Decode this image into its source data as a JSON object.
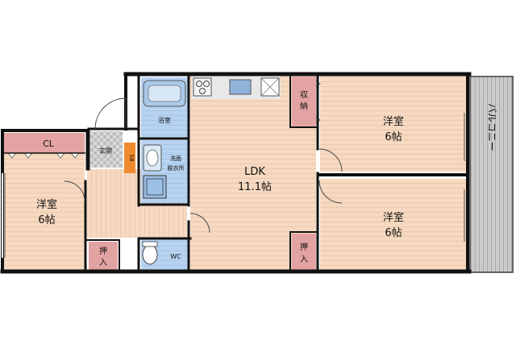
{
  "rooms": {
    "ldk": {
      "name": "LDK",
      "size": "11.1帖"
    },
    "west": {
      "name": "洋室",
      "size": "6帖"
    },
    "ne": {
      "name": "洋室",
      "size": "6帖"
    },
    "se": {
      "name": "洋室",
      "size": "6帖"
    }
  },
  "labels": {
    "closet": "CL",
    "entrance": "玄関",
    "shoebox": "SB",
    "bath": "浴室",
    "washroom_l1": "洗面",
    "washroom_l2": "脱衣所",
    "toilet": "WC",
    "storage_l1": "収",
    "storage_l2": "納",
    "oshiire_l1": "押",
    "oshiire_l2": "入",
    "balcony": "バルコニー"
  },
  "colors": {
    "wood": "#f6d9c0",
    "wood_line": "#eac9ae",
    "blue": "#b7d3f0",
    "pink": "#e3a3a3",
    "orange": "#ef8a2e",
    "balcony": "#c9c9c9",
    "wall": "#111111"
  }
}
